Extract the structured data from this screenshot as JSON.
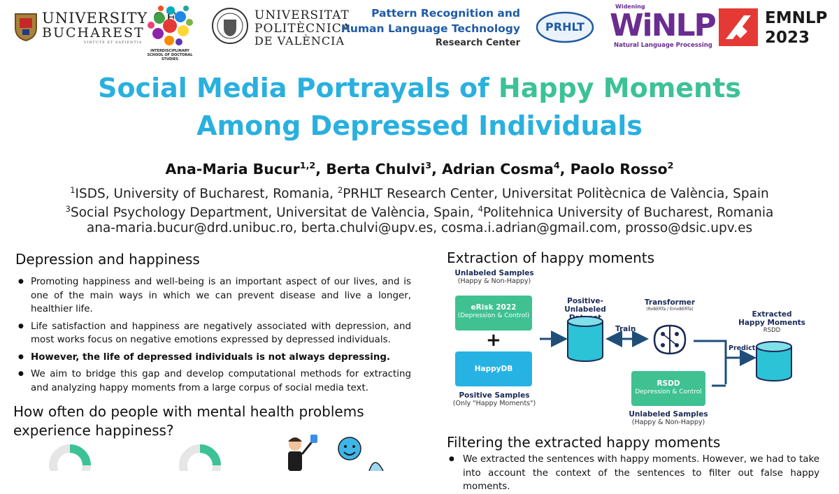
{
  "logos": {
    "uob": {
      "line1": "UNIVERSITY OF",
      "line2": "BUCHAREST",
      "motto": "VIRTUTE ET SAPIENTIA"
    },
    "isds": {
      "label": "INTERDISCIPLINARY SCHOOL OF DOCTORAL STUDIES"
    },
    "upv": {
      "line1": "UNIVERSITAT",
      "line2": "POLITÈCNICA",
      "line3": "DE VALÈNCIA"
    },
    "prhlt_center": {
      "line1": "Pattern Recognition and",
      "line2": "Human Language Technology",
      "line3": "Research Center"
    },
    "prhlt_badge": "PRHLT",
    "winlp": {
      "top": "Widening",
      "main": "WiNLP",
      "sub": "Natural Language Processing"
    },
    "emnlp": {
      "line1": "EMNLP",
      "line2": "2023"
    }
  },
  "title": {
    "part1": "Social Media Portrayals of ",
    "part2": "Happy Moments",
    "line2": "Among Depressed Individuals"
  },
  "authors": [
    {
      "name": "Ana-Maria Bucur",
      "sup": "1,2",
      "sep": ", "
    },
    {
      "name": "Berta Chulvi",
      "sup": "3",
      "sep": ", "
    },
    {
      "name": "Adrian Cosma",
      "sup": "4",
      "sep": ", "
    },
    {
      "name": "Paolo Rosso",
      "sup": "2",
      "sep": ""
    }
  ],
  "affiliations": {
    "a1_sup": "1",
    "a1": "ISDS, University of Bucharest, Romania, ",
    "a2_sup": "2",
    "a2": "PRHLT Research Center, Universitat Politècnica de València, Spain",
    "a3_sup": "3",
    "a3": "Social Psychology Department, Universitat de València, Spain, ",
    "a4_sup": "4",
    "a4": "Politehnica University of Bucharest, Romania",
    "emails": "ana-maria.bucur@drd.unibuc.ro, berta.chulvi@upv.es, cosma.i.adrian@gmail.com, prosso@dsic.upv.es"
  },
  "section1": {
    "title": "Depression and happiness",
    "bullets": [
      "Promoting happiness and well-being is an important aspect of our lives, and is one of the main ways in which we can prevent disease and live a longer, healthier life.",
      "Life satisfaction and happiness are negatively associated with depression, and most works focus on negative emotions expressed by depressed individuals.",
      "However, the life of depressed individuals is not always depressing.",
      "We aim to bridge this gap and develop computational methods for extracting and analyzing happy moments from a large corpus of social media text."
    ]
  },
  "section2": {
    "title_line1": "How often do people with mental health problems",
    "title_line2": "experience happiness?"
  },
  "section3": {
    "title": "Extraction of happy moments",
    "diagram": {
      "unlabeled_top": "Unlabeled Samples",
      "unlabeled_top_sub": "(Happy & Non-Happy)",
      "erisk": "eRisk 2022",
      "erisk_sub": "(Depression & Control)",
      "plus": "+",
      "happydb": "HappyDB",
      "positive": "Positive Samples",
      "positive_sub": "(Only \"Happy Moments\")",
      "pu_dataset_1": "Positive-Unlabeled",
      "pu_dataset_2": "Dataset",
      "train": "Train",
      "transformer": "Transformer",
      "transformer_sub": "(RoBERTa / EmoBERTa)",
      "predict": "Predict",
      "extracted_1": "Extracted",
      "extracted_2": "Happy Moments",
      "extracted_sub": "RSDD",
      "rsdd": "RSDD",
      "rsdd_sub": "Depression & Control",
      "unlabeled_bottom": "Unlabeled Samples",
      "unlabeled_bottom_sub": "(Happy & Non-Happy)"
    }
  },
  "section4": {
    "title": "Filtering the extracted happy moments",
    "bullet": "We extracted the sentences with happy moments. However, we had to take into account the context of the sentences to filter out false happy moments."
  },
  "colors": {
    "title_blue": "#29b0df",
    "title_green": "#3cc295",
    "diagram_green": "#3fc192",
    "diagram_blue": "#27b2e4",
    "navy": "#1f4e79",
    "cyan_db": "#2cc3d6"
  }
}
